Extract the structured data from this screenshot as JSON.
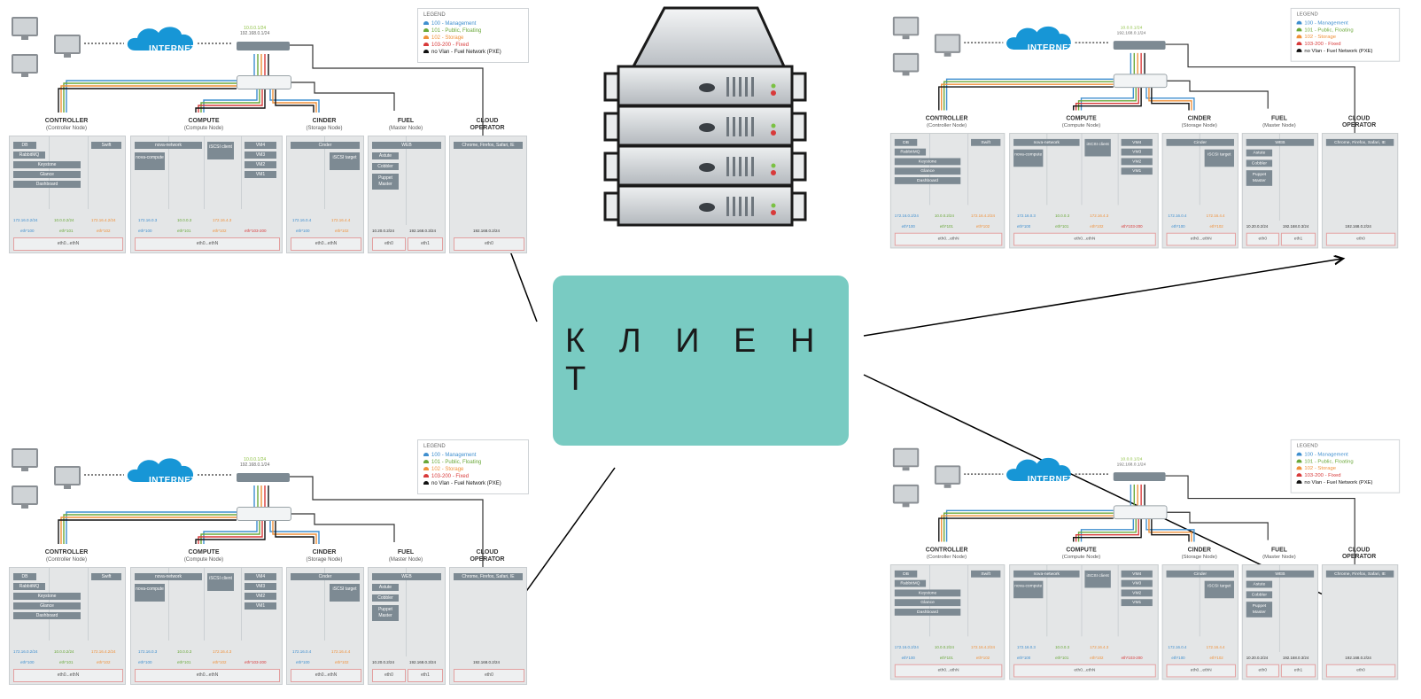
{
  "client": {
    "label": "К Л И Е Н Т",
    "color": "#79cbc2"
  },
  "server_icon": "server-rack-icon",
  "network_diagram": {
    "internet_label": "INTERNET",
    "ip_top_1": "10.0.0.1/24",
    "ip_top_2": "192.168.0.1/24",
    "legend": {
      "title": "LEGEND",
      "items": [
        {
          "vlan": "100",
          "desc": "- Management",
          "color": "#3f8fcf"
        },
        {
          "vlan": "101",
          "desc": "- Public, Floating",
          "color": "#6aa83a"
        },
        {
          "vlan": "102",
          "desc": "- Storage",
          "color": "#f0913a"
        },
        {
          "vlan": "103-200",
          "desc": "- Fixed",
          "color": "#d83a3a"
        },
        {
          "vlan": "no Vlan",
          "desc": "- Fuel Network (PXE)",
          "color": "#111111"
        }
      ]
    },
    "nodes": {
      "controller": {
        "title": "CONTROLLER",
        "subtitle": "(Controller Node)"
      },
      "compute": {
        "title": "COMPUTE",
        "subtitle": "(Compute Node)"
      },
      "cinder": {
        "title": "CINDER",
        "subtitle": "(Storage Node)"
      },
      "fuel": {
        "title": "FUEL",
        "subtitle": "(Master Node)"
      },
      "cloud": {
        "title": "CLOUD",
        "subtitle": "OPERATOR"
      }
    },
    "services": {
      "db": "DB",
      "rabbit": "RabbitMQ",
      "keystone": "Keystone",
      "glance": "Glance",
      "dashboard": "Dashboard",
      "swift": "Swift",
      "nova_network": "nova-network",
      "nova_compute": "nova-compute",
      "iscsi_client": "iSCSI client",
      "vm": [
        "VM1",
        "VM2",
        "VM3",
        "VM4"
      ],
      "cinder": "Cinder",
      "iscsi_target": "iSCSI target",
      "web": "WEB",
      "astute": "Astute",
      "cobbler": "Cobbler",
      "puppet": "Puppet Master",
      "browsers": "Chrome, Firefox, Safari, IE"
    },
    "ips": {
      "controller": [
        "172.16.0.2/24",
        "10.0.0.2/24",
        "172.16.4.2/24"
      ],
      "compute": [
        "172.16.0.3",
        "10.0.0.3",
        "172.16.4.3"
      ],
      "cinder": [
        "172.16.0.4",
        "172.16.4.4"
      ],
      "fuel": [
        "10.20.0.2/24",
        "192.168.0.3/24"
      ],
      "cloud": [
        "192.168.0.2/24"
      ]
    },
    "eth": {
      "controller_vlans": [
        "eth*100",
        "eth*101",
        "eth*102"
      ],
      "compute_vlans": [
        "eth*100",
        "eth*101",
        "eth*102",
        "eth*103-200"
      ],
      "cinder_vlans": [
        "eth*100",
        "eth*102"
      ],
      "all": "eth0...ethN",
      "eth0": "eth0",
      "eth1": "eth1"
    }
  }
}
